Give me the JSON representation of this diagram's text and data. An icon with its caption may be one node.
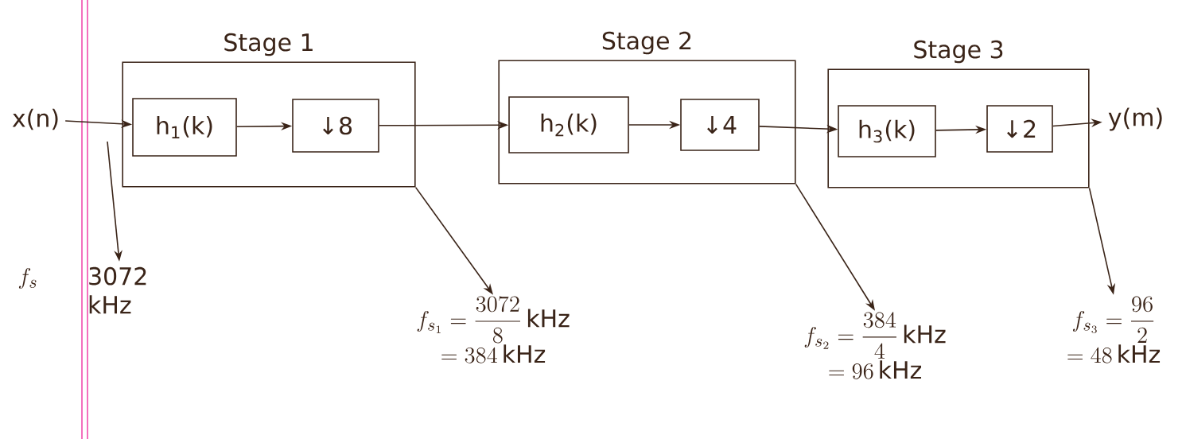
{
  "diagram": {
    "nodes": [
      {
        "text": [
          "x(n)"
        ]
      },
      {
        "text": [
          "Stage 1"
        ]
      },
      {
        "text": [
          "h$_{1}$(k)"
        ],
        "in": 1
      },
      {
        "text": [
          "↓8"
        ],
        "in": 1
      },
      {
        "text": [
          "Stage 2"
        ]
      },
      {
        "text": [
          "h$_{2}$(k)"
        ],
        "in": 4
      },
      {
        "text": [
          "↓4"
        ],
        "in": 4
      },
      {
        "text": [
          "Stage 3"
        ]
      },
      {
        "text": [
          "h$_{3}$(k)"
        ],
        "in": 7
      },
      {
        "text": [
          "↓2"
        ],
        "in": 7
      },
      {
        "text": [
          "y(m)"
        ]
      },
      {
        "text": [
          "3072 kHz"
        ]
      },
      {
        "text": [
          "f_{s_1} = \\frac{3072}{8}\\,\\mathrm{kHz}",
          "= 384\\,\\mathrm{kHz}"
        ]
      },
      {
        "text": [
          "f_{s_2} = \\frac{384}{4}\\,\\mathrm{kHz}",
          "= 96\\,\\mathrm{kHz}"
        ]
      },
      {
        "text": [
          "f_{s_3} = \\frac{96}{2}",
          "= 48\\,\\mathrm{kHz}"
        ]
      }
    ],
    "edges": [
      {
        "from": 0,
        "to": 2,
        "arrow": "to"
      },
      {
        "from": 2,
        "to": 3,
        "arrow": "to"
      },
      {
        "from": 3,
        "to": 5,
        "arrow": "to"
      },
      {
        "from": 5,
        "to": 6,
        "arrow": "to"
      },
      {
        "from": 6,
        "to": 8,
        "arrow": "to"
      },
      {
        "from": 8,
        "to": 9,
        "arrow": "to"
      },
      {
        "from": 9,
        "to": 10,
        "arrow": "to"
      },
      {
        "from": null,
        "to": 11,
        "arrow": "to"
      },
      {
        "from": 1,
        "to": 12,
        "arrow": "to"
      },
      {
        "from": 4,
        "to": 13,
        "arrow": "to"
      },
      {
        "from": 7,
        "to": 14,
        "arrow": "to"
      }
    ],
    "labels": [
      "f_s"
    ]
  }
}
